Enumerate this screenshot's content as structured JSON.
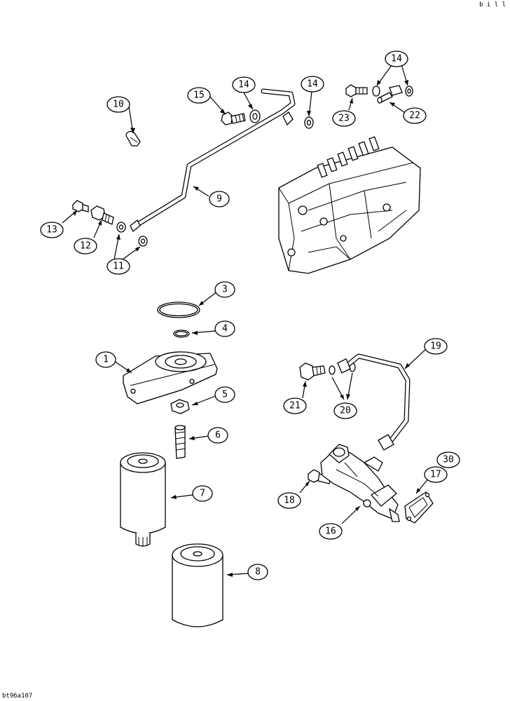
{
  "drawing_code": "b i l l",
  "drawing_id": "bt96a107",
  "callouts": {
    "c1": "1",
    "c3": "3",
    "c4": "4",
    "c5": "5",
    "c6": "6",
    "c7": "7",
    "c8": "8",
    "c9": "9",
    "c10": "10",
    "c11": "11",
    "c12": "12",
    "c13": "13",
    "c14a": "14",
    "c14b": "14",
    "c14c": "14",
    "c15": "15",
    "c16": "16",
    "c17": "17",
    "c18": "18",
    "c19": "19",
    "c20": "20",
    "c21": "21",
    "c22": "22",
    "c23": "23",
    "c30": "30"
  },
  "colors": {
    "line": "#000000",
    "background": "#ffffff"
  }
}
